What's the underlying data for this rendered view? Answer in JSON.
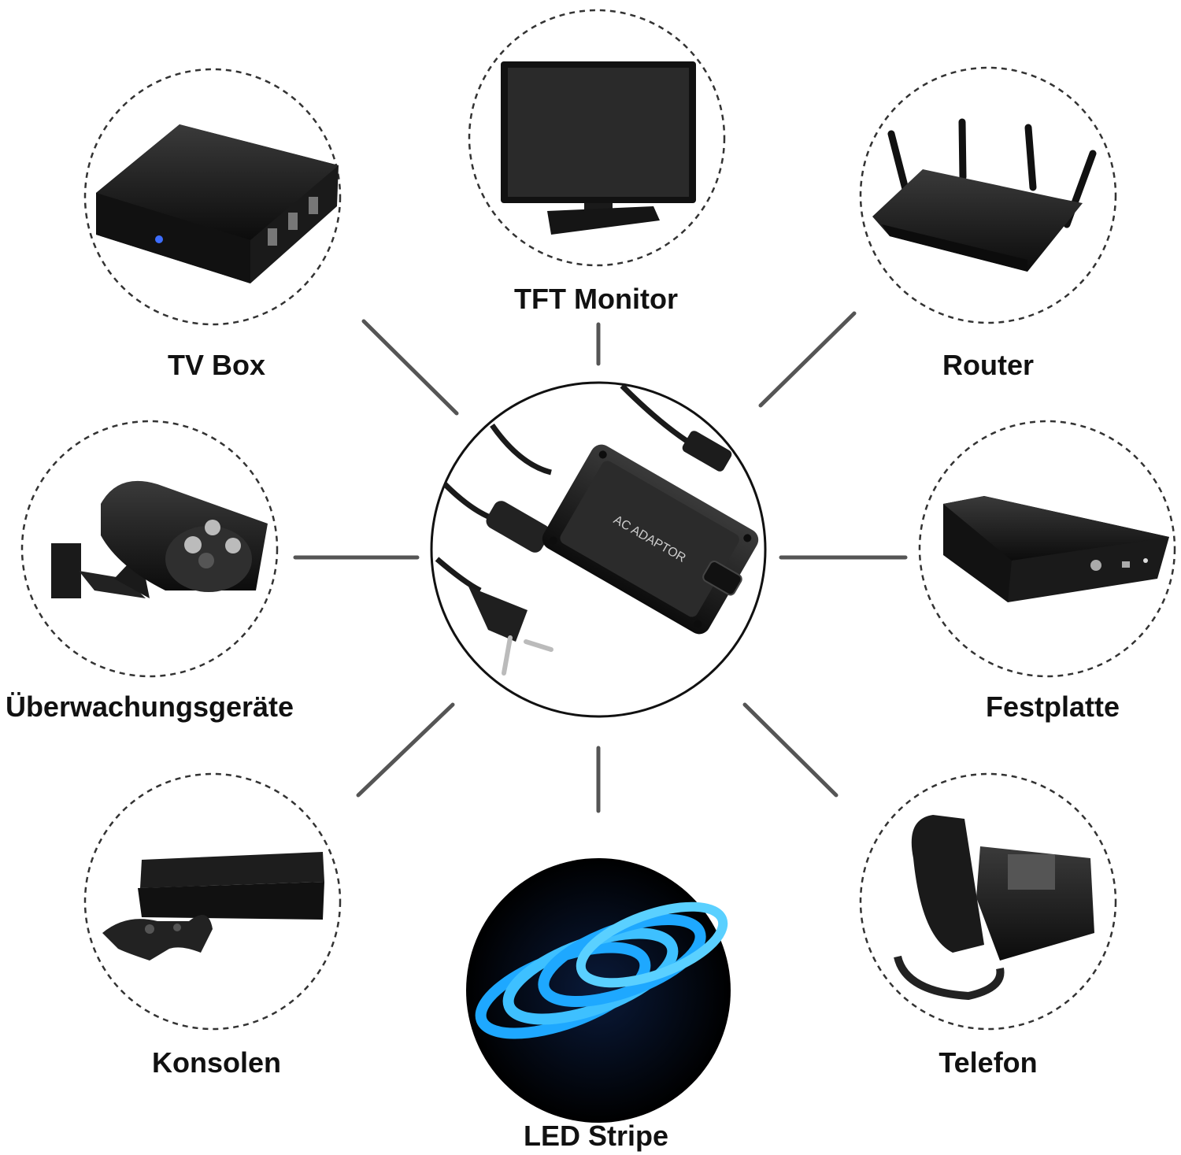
{
  "center": {
    "name": "AC Adapter",
    "adapter_text": "AC ADAPTOR"
  },
  "devices": {
    "tv_box": "TV Box",
    "monitor": "TFT Monitor",
    "router": "Router",
    "camera": "Überwachungsgeräte",
    "harddrive": "Festplatte",
    "console": "Konsolen",
    "led": "LED Stripe",
    "phone": "Telefon"
  },
  "colors": {
    "connector": "#555555",
    "dashed": "#333333",
    "led_glow": "#1ea8ff",
    "device": "#1a1a1a"
  }
}
